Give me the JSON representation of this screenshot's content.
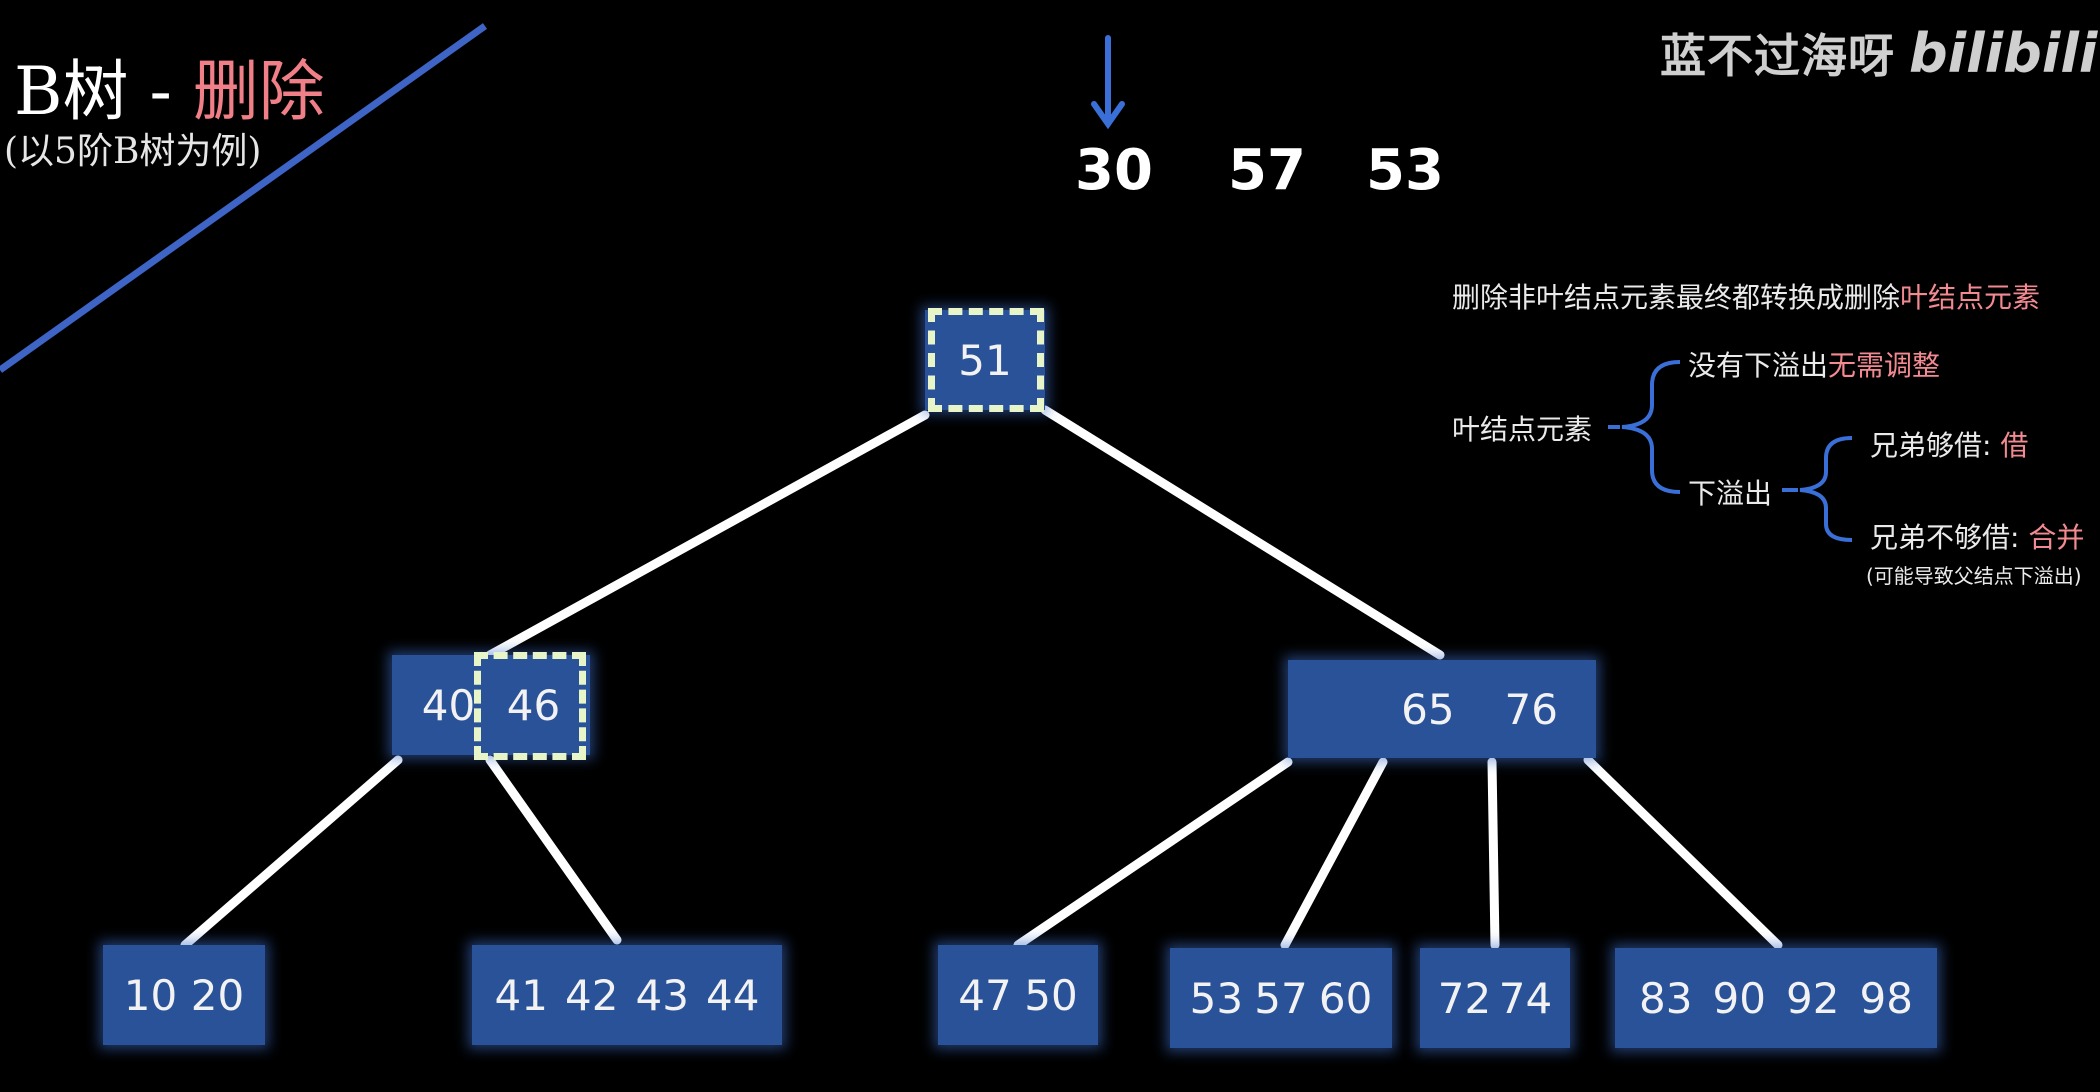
{
  "heading": {
    "prefix": "B树 - ",
    "action": "删除",
    "subtitle": "(以5阶B树为例)"
  },
  "watermark": {
    "author": "蓝不过海呀",
    "platform": "bilibili"
  },
  "delete_sequence": [
    "30",
    "57",
    "53"
  ],
  "tree": {
    "root": {
      "keys": [
        "51"
      ]
    },
    "left": {
      "keys": [
        "40",
        "46"
      ]
    },
    "right": {
      "keys": [
        "65",
        "76"
      ]
    },
    "leaves": [
      {
        "keys": [
          "10",
          "20"
        ]
      },
      {
        "keys": [
          "41",
          "42",
          "43",
          "44"
        ]
      },
      {
        "keys": [
          "47",
          "50"
        ]
      },
      {
        "keys": [
          "53",
          "57",
          "60"
        ]
      },
      {
        "keys": [
          "72",
          "74"
        ]
      },
      {
        "keys": [
          "83",
          "90",
          "92",
          "98"
        ]
      }
    ]
  },
  "rules": {
    "header_plain": "删除非叶结点元素最终都转换成删除",
    "header_pink": "叶结点元素",
    "leaf_element": "叶结点元素",
    "no_underflow": "没有下溢出",
    "no_adjust": "无需调整",
    "underflow": "下溢出",
    "sibling_enough": "兄弟够借: ",
    "borrow": "借",
    "sibling_not_enough": "兄弟不够借: ",
    "merge": "合并",
    "merge_note": "(可能导致父结点下溢出)"
  },
  "colors": {
    "node_fill": "#2a5298",
    "accent_pink": "#f38a92",
    "arrow_blue": "#3a6fd8",
    "highlight": "#e8f5c8"
  }
}
